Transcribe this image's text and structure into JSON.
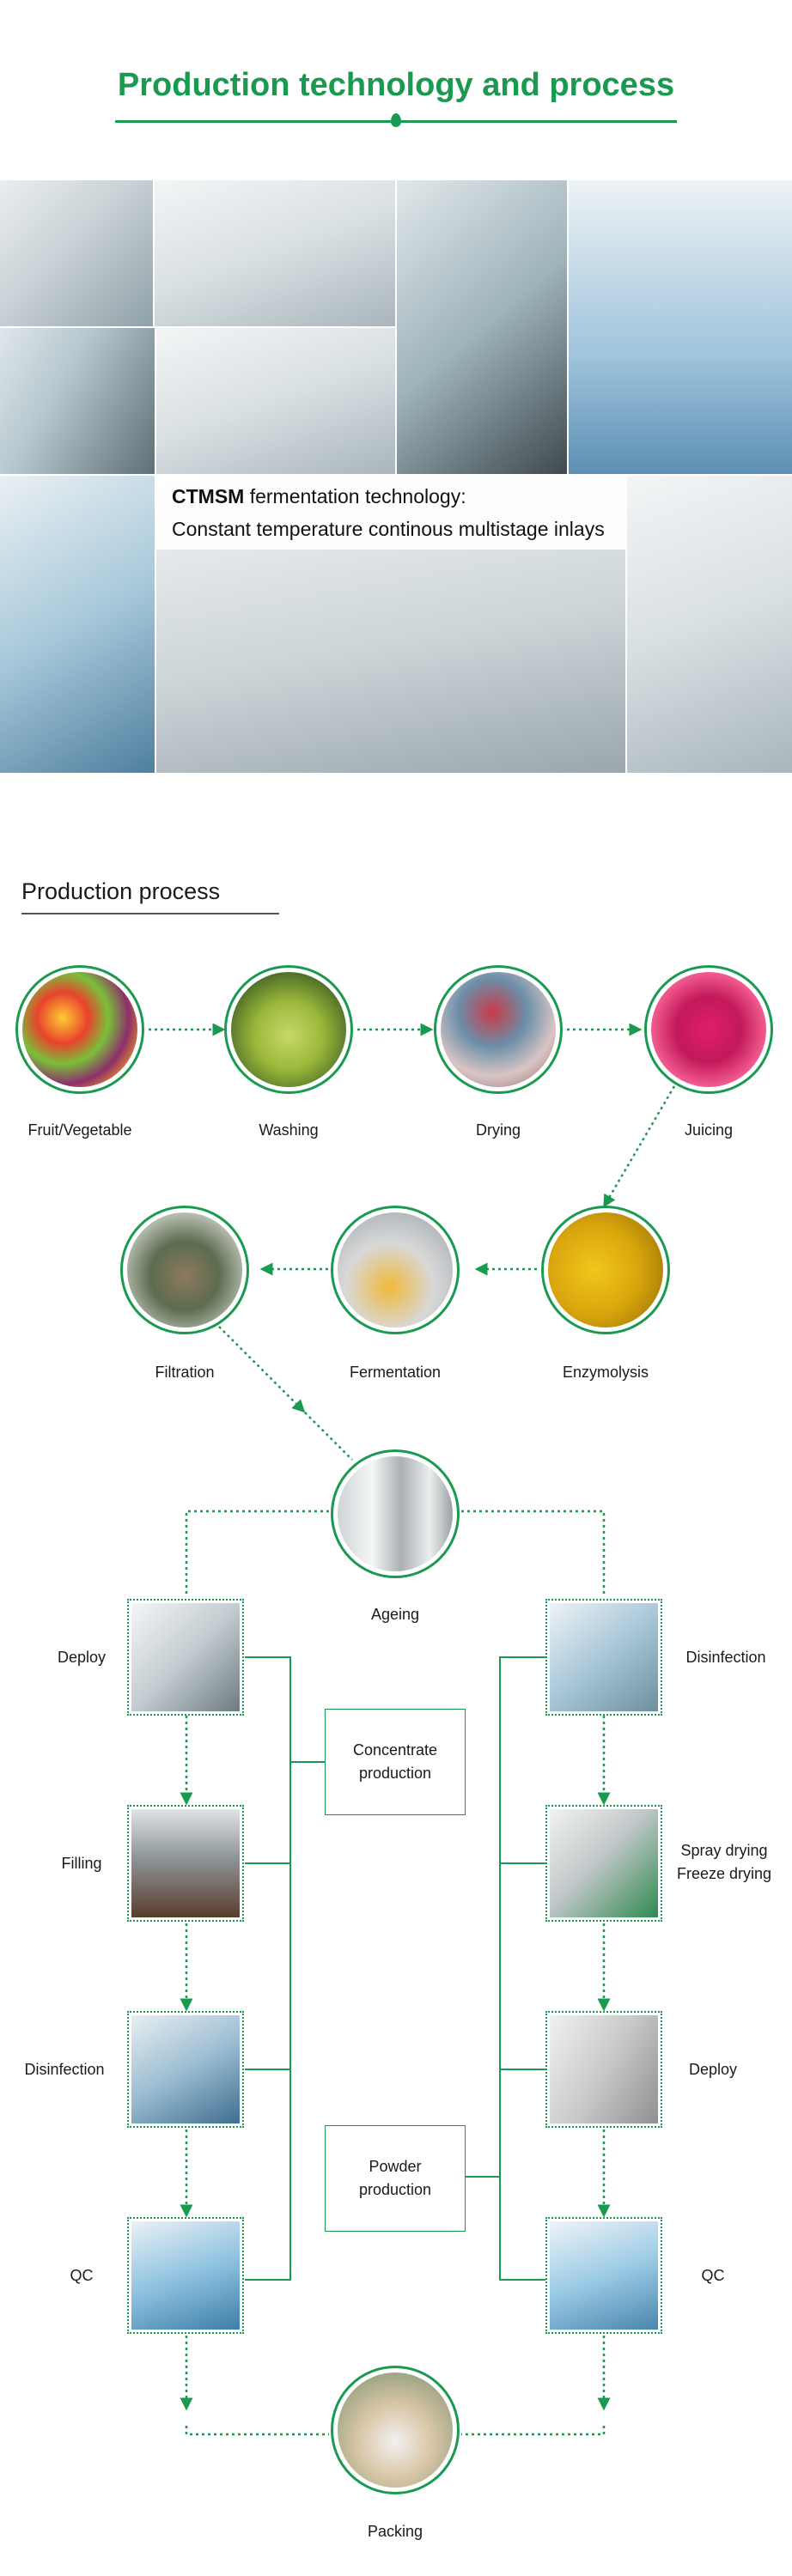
{
  "header": {
    "title": "Production technology and process"
  },
  "banner": {
    "caption_bold": "CTMSM",
    "caption_rest": " fermentation technology:",
    "caption_line2": "Constant temperature continous multistage inlays"
  },
  "section": {
    "title": "Production process"
  },
  "steps": {
    "fruit": "Fruit/Vegetable",
    "washing": "Washing",
    "drying": "Drying",
    "juicing": "Juicing",
    "enzymolysis": "Enzymolysis",
    "fermentation": "Fermentation",
    "filtration": "Filtration",
    "ageing": "Ageing",
    "packing": "Packing"
  },
  "left_branch": {
    "box_line1": "Concentrate",
    "box_line2": "production",
    "items": [
      "Deploy",
      "Filling",
      "Disinfection",
      "QC"
    ]
  },
  "right_branch": {
    "box_line1": "Powder",
    "box_line2": "production",
    "items": [
      "Disinfection",
      "Spray drying",
      "Deploy",
      "QC"
    ],
    "spray_second_line": "Freeze drying"
  },
  "colors": {
    "accent": "#1a9a50"
  }
}
